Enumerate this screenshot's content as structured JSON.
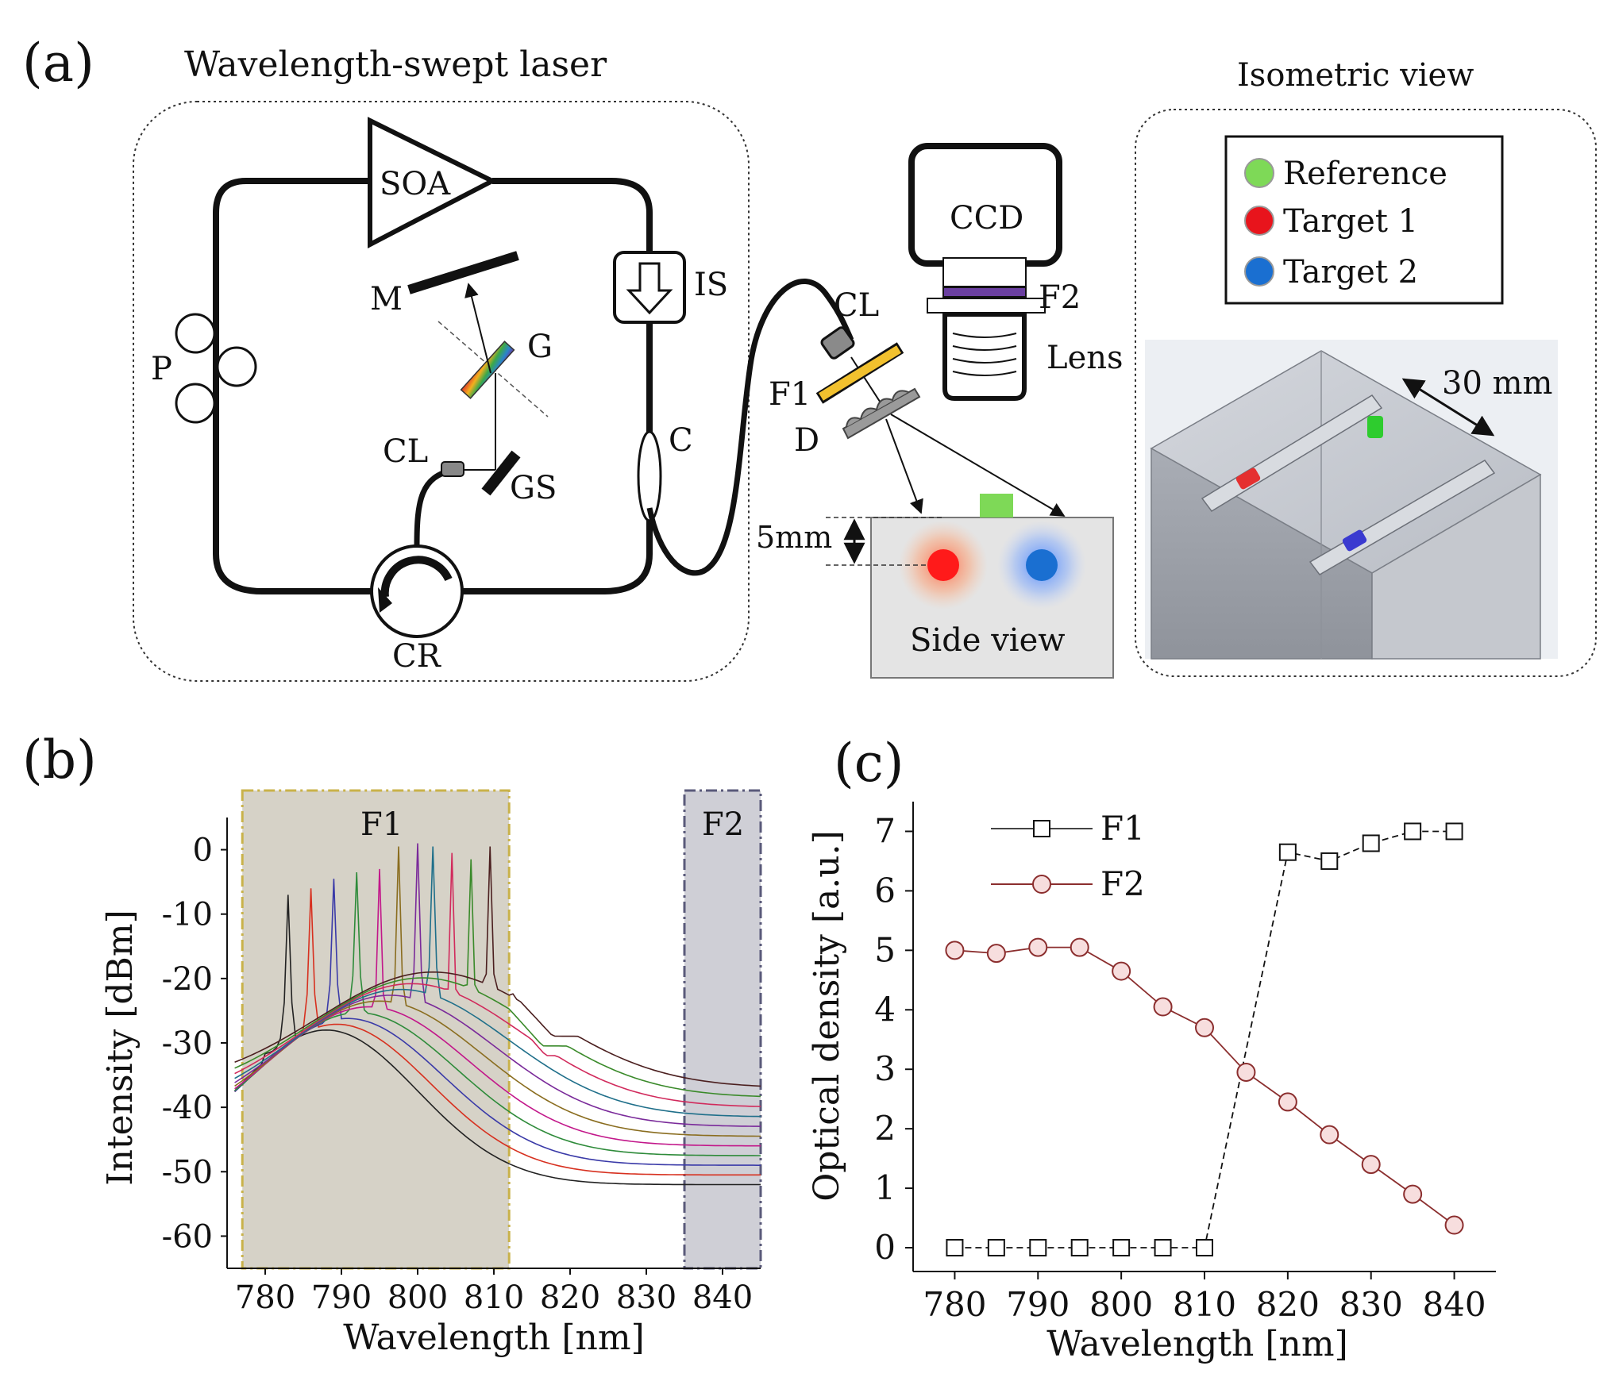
{
  "panel_a": {
    "label": "(a)",
    "laser_title": "Wavelength-swept laser",
    "components": {
      "soa": "SOA",
      "is": "IS",
      "m": "M",
      "g": "G",
      "p": "P",
      "cl_inner": "CL",
      "gs": "GS",
      "c": "C",
      "cr": "CR",
      "cl_outer": "CL",
      "f1": "F1",
      "d": "D",
      "ccd": "CCD",
      "f2": "F2",
      "lens": "Lens"
    },
    "side_view": {
      "label": "Side view",
      "depth": "5mm"
    },
    "isometric": {
      "title": "Isometric view",
      "scale": "30 mm",
      "legend": [
        {
          "label": "Reference",
          "color": "#7ed957"
        },
        {
          "label": "Target 1",
          "color": "#e8141c"
        },
        {
          "label": "Target 2",
          "color": "#1a6fd1"
        }
      ]
    }
  },
  "panel_b": {
    "label": "(b)",
    "band_labels": {
      "f1": "F1",
      "f2": "F2"
    },
    "chart_data": {
      "type": "line",
      "xlabel": "Wavelength [nm]",
      "ylabel": "Intensity [dBm]",
      "xlim": [
        775,
        845
      ],
      "ylim": [
        -65,
        5
      ],
      "xticks": [
        780,
        790,
        800,
        810,
        820,
        830,
        840
      ],
      "yticks": [
        0,
        -10,
        -20,
        -30,
        -40,
        -50,
        -60
      ],
      "shaded_bands": [
        {
          "name": "F1",
          "range": [
            777,
            812
          ],
          "color": "#d6d2c7",
          "border": "#c9b24a"
        },
        {
          "name": "F2",
          "range": [
            835,
            845
          ],
          "color": "#cfcfd6",
          "border": "#5a5a7a"
        }
      ],
      "peak_wavelengths": [
        783,
        786,
        789,
        792,
        795,
        797.5,
        800,
        802,
        804.5,
        807,
        809.5
      ],
      "peak_levels": [
        -5,
        -4,
        -2.5,
        -1.5,
        -1,
        2.5,
        3,
        2.5,
        1.5,
        0.5,
        2.5
      ],
      "colors": [
        "#222222",
        "#d7301f",
        "#3a3aa8",
        "#2e8b3a",
        "#c2178a",
        "#8a6d1f",
        "#7a2a9a",
        "#1f6f8a",
        "#d12a5c",
        "#3a8a2a",
        "#4b1f1f"
      ]
    }
  },
  "panel_c": {
    "label": "(c)",
    "chart_data": {
      "type": "line",
      "xlabel": "Wavelength [nm]",
      "ylabel": "Optical density [a.u.]",
      "xlim": [
        775,
        845
      ],
      "ylim": [
        -0.4,
        7.5
      ],
      "xticks": [
        780,
        790,
        800,
        810,
        820,
        830,
        840
      ],
      "yticks": [
        0,
        1,
        2,
        3,
        4,
        5,
        6,
        7
      ],
      "x": [
        780,
        785,
        790,
        795,
        800,
        805,
        810,
        815,
        820,
        825,
        830,
        835,
        840
      ],
      "series": [
        {
          "name": "F1",
          "marker": "square",
          "color": "#111111",
          "x": [
            780,
            785,
            790,
            795,
            800,
            805,
            810,
            820,
            825,
            830,
            835,
            840
          ],
          "values": [
            0,
            0,
            0,
            0,
            0,
            0,
            0,
            6.65,
            6.5,
            6.8,
            7.0,
            7.0
          ]
        },
        {
          "name": "F2",
          "marker": "circle",
          "color": "#8b2e2e",
          "x": [
            780,
            785,
            790,
            795,
            800,
            805,
            810,
            815,
            820,
            825,
            830,
            835,
            840
          ],
          "values": [
            5.0,
            4.95,
            5.05,
            5.05,
            4.65,
            4.05,
            3.7,
            2.95,
            2.45,
            1.9,
            1.4,
            0.9,
            0.38
          ]
        }
      ],
      "legend": "top-left"
    }
  }
}
